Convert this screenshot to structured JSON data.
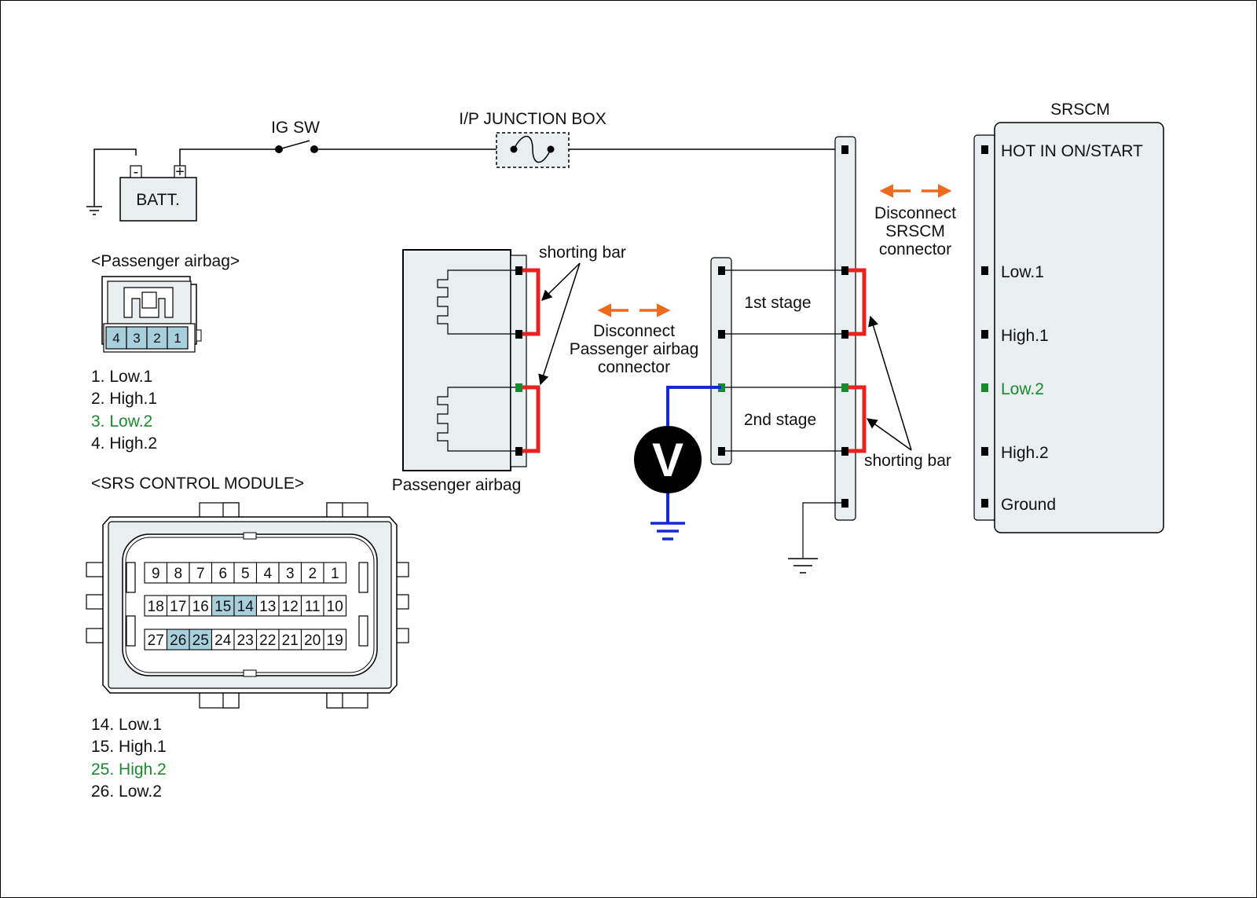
{
  "labels": {
    "ig_sw": "IG SW",
    "ip_junction_box": "I/P JUNCTION BOX",
    "batt": "BATT.",
    "batt_neg": "-",
    "batt_pos": "+",
    "srscm": "SRSCM",
    "passenger_airbag_title": "<Passenger airbag>",
    "srs_module_title": "<SRS CONTROL MODULE>",
    "shorting_bar_top": "shorting bar",
    "shorting_bar_bottom": "shorting bar",
    "disconnect_pab": [
      "Disconnect",
      "Passenger airbag",
      "connector"
    ],
    "disconnect_srscm": [
      "Disconnect",
      "SRSCM",
      "connector"
    ],
    "first_stage": "1st stage",
    "second_stage": "2nd stage",
    "passenger_airbag": "Passenger airbag",
    "voltmeter": "V"
  },
  "srscm_pins": [
    "HOT IN ON/START",
    "Low.1",
    "High.1",
    "Low.2",
    "High.2",
    "Ground"
  ],
  "passenger_connector_pins": [
    "4",
    "3",
    "2",
    "1"
  ],
  "passenger_pin_list": [
    "1. Low.1",
    "2. High.1",
    "3. Low.2",
    "4. High.2"
  ],
  "srs_module_rows": [
    [
      "9",
      "8",
      "7",
      "6",
      "5",
      "4",
      "3",
      "2",
      "1"
    ],
    [
      "18",
      "17",
      "16",
      "15",
      "14",
      "13",
      "12",
      "11",
      "10"
    ],
    [
      "27",
      "26",
      "25",
      "24",
      "23",
      "22",
      "21",
      "20",
      "19"
    ]
  ],
  "srs_highlighted_pins": [
    "14",
    "15",
    "25",
    "26"
  ],
  "srs_pin_list": [
    "14. Low.1",
    "15. High.1",
    "25. High.2",
    "26. Low.2"
  ],
  "colors": {
    "shorting_bar": "#e8231f",
    "disconnect_arrow": "#ee6a1f",
    "voltmeter_lead": "#1428d6",
    "highlight_text": "#1a8a2e",
    "highlight_pin": "#a8d0dc",
    "connector_fill": "#e9eef0"
  }
}
